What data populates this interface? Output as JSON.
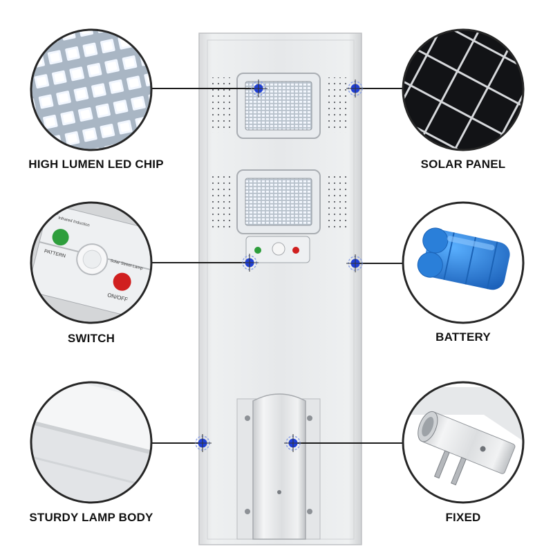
{
  "callouts": {
    "led_chip": "HIGH LUMEN LED CHIP",
    "solar_panel": "SOLAR PANEL",
    "switch": "SWITCH",
    "battery": "BATTERY",
    "lamp_body": "STURDY LAMP BODY",
    "fixed": "FIXED"
  },
  "switch_panel": {
    "sensor_label": "Infrared Induction",
    "lamp_label": "Solar Street Lamp",
    "pattern_label": "PATTERN",
    "onoff_label": "ON/OFF"
  },
  "colors": {
    "marker_blue": "#1f3fd6",
    "button_green": "#2e9e3c",
    "button_red": "#d01f1f",
    "battery_blue": "#2a7fd9"
  }
}
